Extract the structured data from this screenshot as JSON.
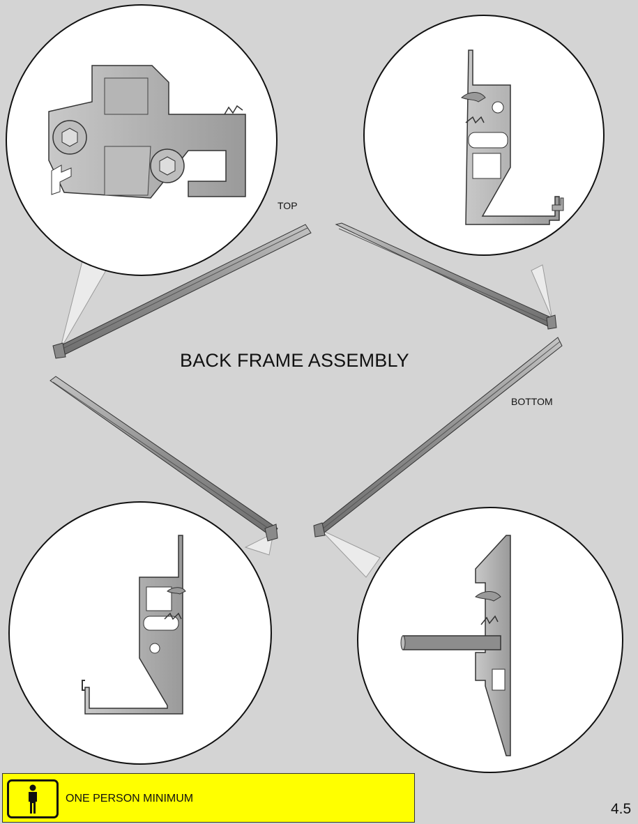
{
  "document": {
    "title": "BACK FRAME ASSEMBLY",
    "top_label": "TOP",
    "bottom_label": "BOTTOM",
    "page_number": "4.5"
  },
  "banner": {
    "text": "ONE PERSON MINIMUM",
    "icon": "person-icon",
    "background_color": "#ffff00"
  },
  "colors": {
    "background": "#d4d4d4",
    "part_fill": "#a9a9a9",
    "part_outline": "#333333",
    "detail_circle": "#ffffff"
  }
}
